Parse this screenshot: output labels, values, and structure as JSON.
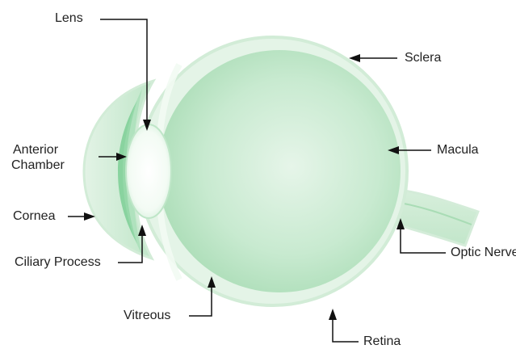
{
  "labels": {
    "lens": "Lens",
    "sclera": "Sclera",
    "anterior_chamber_line1": "Anterior",
    "anterior_chamber_line2": "Chamber",
    "macula": "Macula",
    "cornea": "Cornea",
    "optic_nerve": "Optic Nerve",
    "ciliary_process": "Ciliary Process",
    "vitreous": "Vitreous",
    "retina": "Retina"
  },
  "colors": {
    "eye_fill": "#bfe6c8",
    "eye_light": "#e9f6ec",
    "sclera_rim": "#d9efdd",
    "ciliary": "#7ccf95",
    "leader_line": "#111111",
    "label_text": "#222222"
  }
}
